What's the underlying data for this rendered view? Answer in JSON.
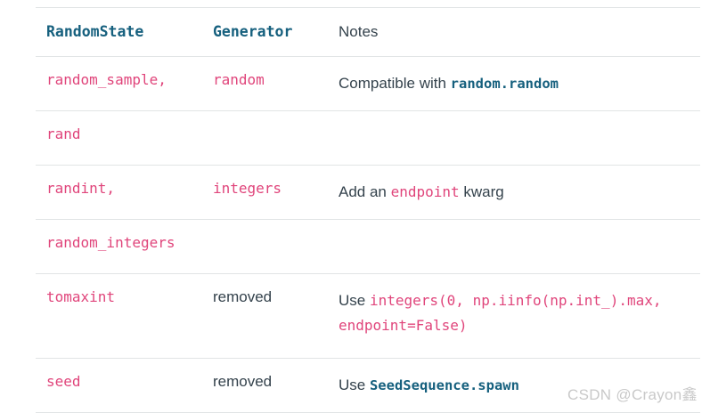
{
  "table": {
    "headers": [
      {
        "text": "RandomState",
        "style": "code"
      },
      {
        "text": "Generator",
        "style": "code"
      },
      {
        "text": "Notes",
        "style": "plain"
      }
    ],
    "rows": [
      {
        "randomstate": "random_sample,",
        "generator": "random",
        "notes_prefix": "Compatible with ",
        "notes_xref": "random.random",
        "notes_suffix": ""
      },
      {
        "randomstate": "rand",
        "generator": "",
        "notes_prefix": "",
        "notes_xref": "",
        "notes_suffix": ""
      },
      {
        "randomstate": "randint,",
        "generator": "integers",
        "notes_prefix": "Add an ",
        "notes_lit": "endpoint",
        "notes_suffix": " kwarg"
      },
      {
        "randomstate": "random_integers",
        "generator": "",
        "notes_prefix": "",
        "notes_lit": "",
        "notes_suffix": ""
      },
      {
        "randomstate": "tomaxint",
        "generator": "removed",
        "notes_prefix": "Use ",
        "notes_lit": "integers(0, np.iinfo(np.int_).max, endpoint=False)",
        "notes_suffix": ""
      },
      {
        "randomstate": "seed",
        "generator": "removed",
        "notes_prefix": "Use ",
        "notes_xref": "SeedSequence.spawn",
        "notes_suffix": ""
      }
    ]
  },
  "watermark": {
    "text": "CSDN @Crayon鑫"
  },
  "colors": {
    "literal_pink": "#e0457b",
    "xref_teal": "#16607e",
    "body_text": "#34424c",
    "rule": "#e1e4e5",
    "watermark": "#c9c9c9"
  }
}
